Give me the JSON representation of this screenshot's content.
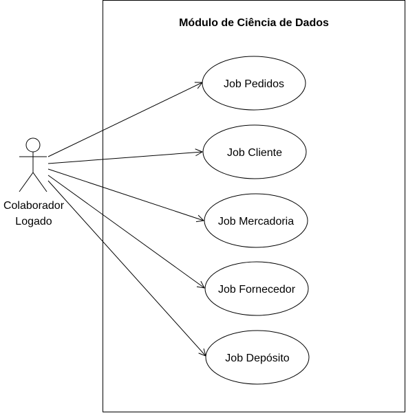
{
  "system": {
    "title": "Módulo de Ciência de Dados"
  },
  "actor": {
    "name_line1": "Colaborador",
    "name_line2": "Logado"
  },
  "use_cases": [
    {
      "id": "uc-job-pedidos",
      "label": "Job Pedidos"
    },
    {
      "id": "uc-job-cliente",
      "label": "Job Cliente"
    },
    {
      "id": "uc-job-mercadoria",
      "label": "Job Mercadoria"
    },
    {
      "id": "uc-job-fornecedor",
      "label": "Job Fornecedor"
    },
    {
      "id": "uc-job-deposito",
      "label": "Job Depósito"
    }
  ],
  "associations": [
    {
      "from": "actor",
      "to": "uc-job-pedidos"
    },
    {
      "from": "actor",
      "to": "uc-job-cliente"
    },
    {
      "from": "actor",
      "to": "uc-job-mercadoria"
    },
    {
      "from": "actor",
      "to": "uc-job-fornecedor"
    },
    {
      "from": "actor",
      "to": "uc-job-deposito"
    }
  ],
  "colors": {
    "stroke": "#000000",
    "background": "#ffffff"
  }
}
